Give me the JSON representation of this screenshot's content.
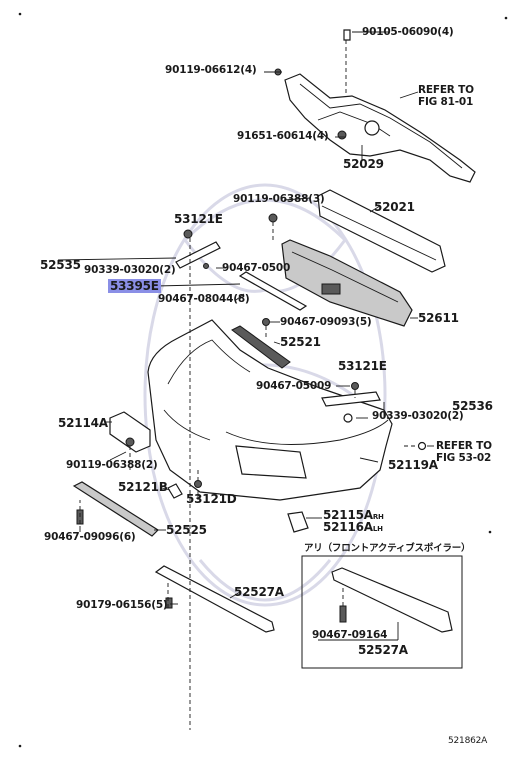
{
  "labels": {
    "p90105": "90105-06090(4)",
    "p90119_06612": "90119-06612(4)",
    "refer1_a": "REFER TO",
    "refer1_b": "FIG 81-01",
    "p91651": "91651-60614(4)",
    "p52029": "52029",
    "p90119_06388a": "90119-06388(3)",
    "p52021": "52021",
    "p53121e_a": "53121E",
    "p52535": "52535",
    "p90339a": "90339-03020(2)",
    "p90467_0500a": "90467-0500",
    "p53395e": "53395E",
    "p90467_0804": "90467-08044(8)",
    "p90467_09093": "90467-09093(5)",
    "p52611": "52611",
    "p52521": "52521",
    "p53121e_b": "53121E",
    "p90467_0500b": "90467-05009",
    "p52536": "52536",
    "p90339b": "90339-03020(2)",
    "p52114a": "52114A",
    "refer2_a": "REFER TO",
    "refer2_b": "FIG 53-02",
    "p90119_06388b": "90119-06388(2)",
    "p52119a": "52119A",
    "p52121b": "52121B",
    "p53121d": "53121D",
    "p52115a": "52115A",
    "p52115a_sfx": "RH",
    "p52116a": "52116A",
    "p52116a_sfx": "LH",
    "p90467_09096": "90467-09096(6)",
    "p52525": "52525",
    "spoiler_note": "アリ（フロントアクティブスポイラー）",
    "p90179": "90179-06156(5)",
    "p52527a_a": "52527A",
    "p90467_09164": "90467-09164",
    "p52527a_b": "52527A",
    "ref_code": "521862A"
  }
}
